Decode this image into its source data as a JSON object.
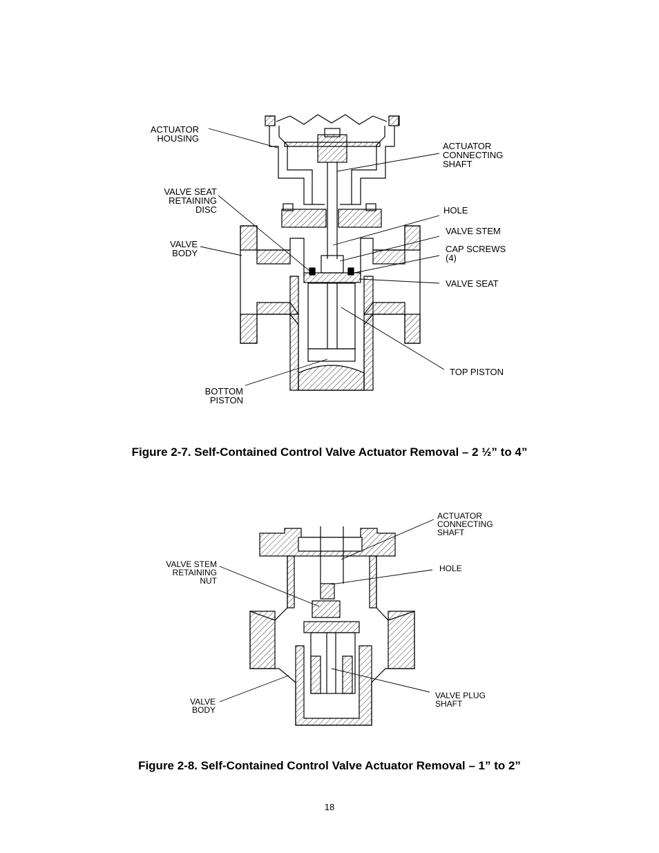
{
  "figure1": {
    "caption": "Figure 2-7.  Self-Contained Control Valve Actuator Removal – 2 ½” to 4”",
    "labels": {
      "actuator_housing": "ACTUATOR\nHOUSING",
      "actuator_connecting_shaft": "ACTUATOR\nCONNECTING\nSHAFT",
      "valve_seat_retaining_disc": "VALVE SEAT\nRETAINING\nDISC",
      "hole": "HOLE",
      "valve_stem": "VALVE STEM",
      "valve_body": "VALVE\nBODY",
      "cap_screws": "CAP SCREWS\n(4)",
      "valve_seat": "VALVE SEAT",
      "top_piston": "TOP PISTON",
      "bottom_piston": "BOTTOM\nPISTON"
    }
  },
  "figure2": {
    "caption": "Figure 2-8.  Self-Contained Control Valve Actuator Removal – 1” to 2”",
    "labels": {
      "actuator_connecting_shaft": "ACTUATOR\nCONNECTING\nSHAFT",
      "valve_stem_retaining_nut": "VALVE STEM\nRETAINING\nNUT",
      "hole": "HOLE",
      "valve_body": "VALVE\nBODY",
      "valve_plug_shaft": "VALVE PLUG\nSHAFT"
    }
  },
  "page_number": "18"
}
